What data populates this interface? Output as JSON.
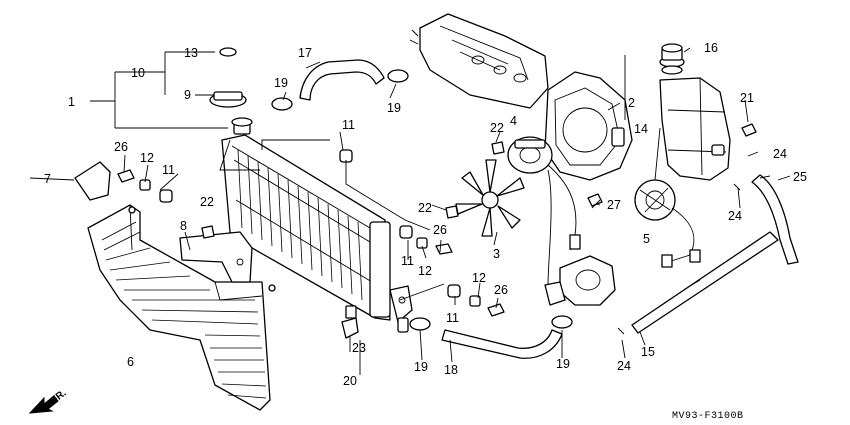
{
  "diagram_code": "MV93-F3100B",
  "front_label": "FR.",
  "callouts": {
    "c1": "1",
    "c2": "2",
    "c3": "3",
    "c4": "4",
    "c5": "5",
    "c6": "6",
    "c7": "7",
    "c8": "8",
    "c9": "9",
    "c10": "10",
    "c11a": "11",
    "c11b": "11",
    "c11c": "11",
    "c11d": "11",
    "c12a": "12",
    "c12b": "12",
    "c12c": "12",
    "c13": "13",
    "c14": "14",
    "c15": "15",
    "c16": "16",
    "c17": "17",
    "c18": "18",
    "c19a": "19",
    "c19b": "19",
    "c19c": "19",
    "c19d": "19",
    "c20": "20",
    "c21": "21",
    "c22a": "22",
    "c22b": "22",
    "c22c": "22",
    "c23": "23",
    "c24a": "24",
    "c24b": "24",
    "c24c": "24",
    "c25": "25",
    "c26a": "26",
    "c26b": "26",
    "c26c": "26",
    "c27": "27"
  }
}
